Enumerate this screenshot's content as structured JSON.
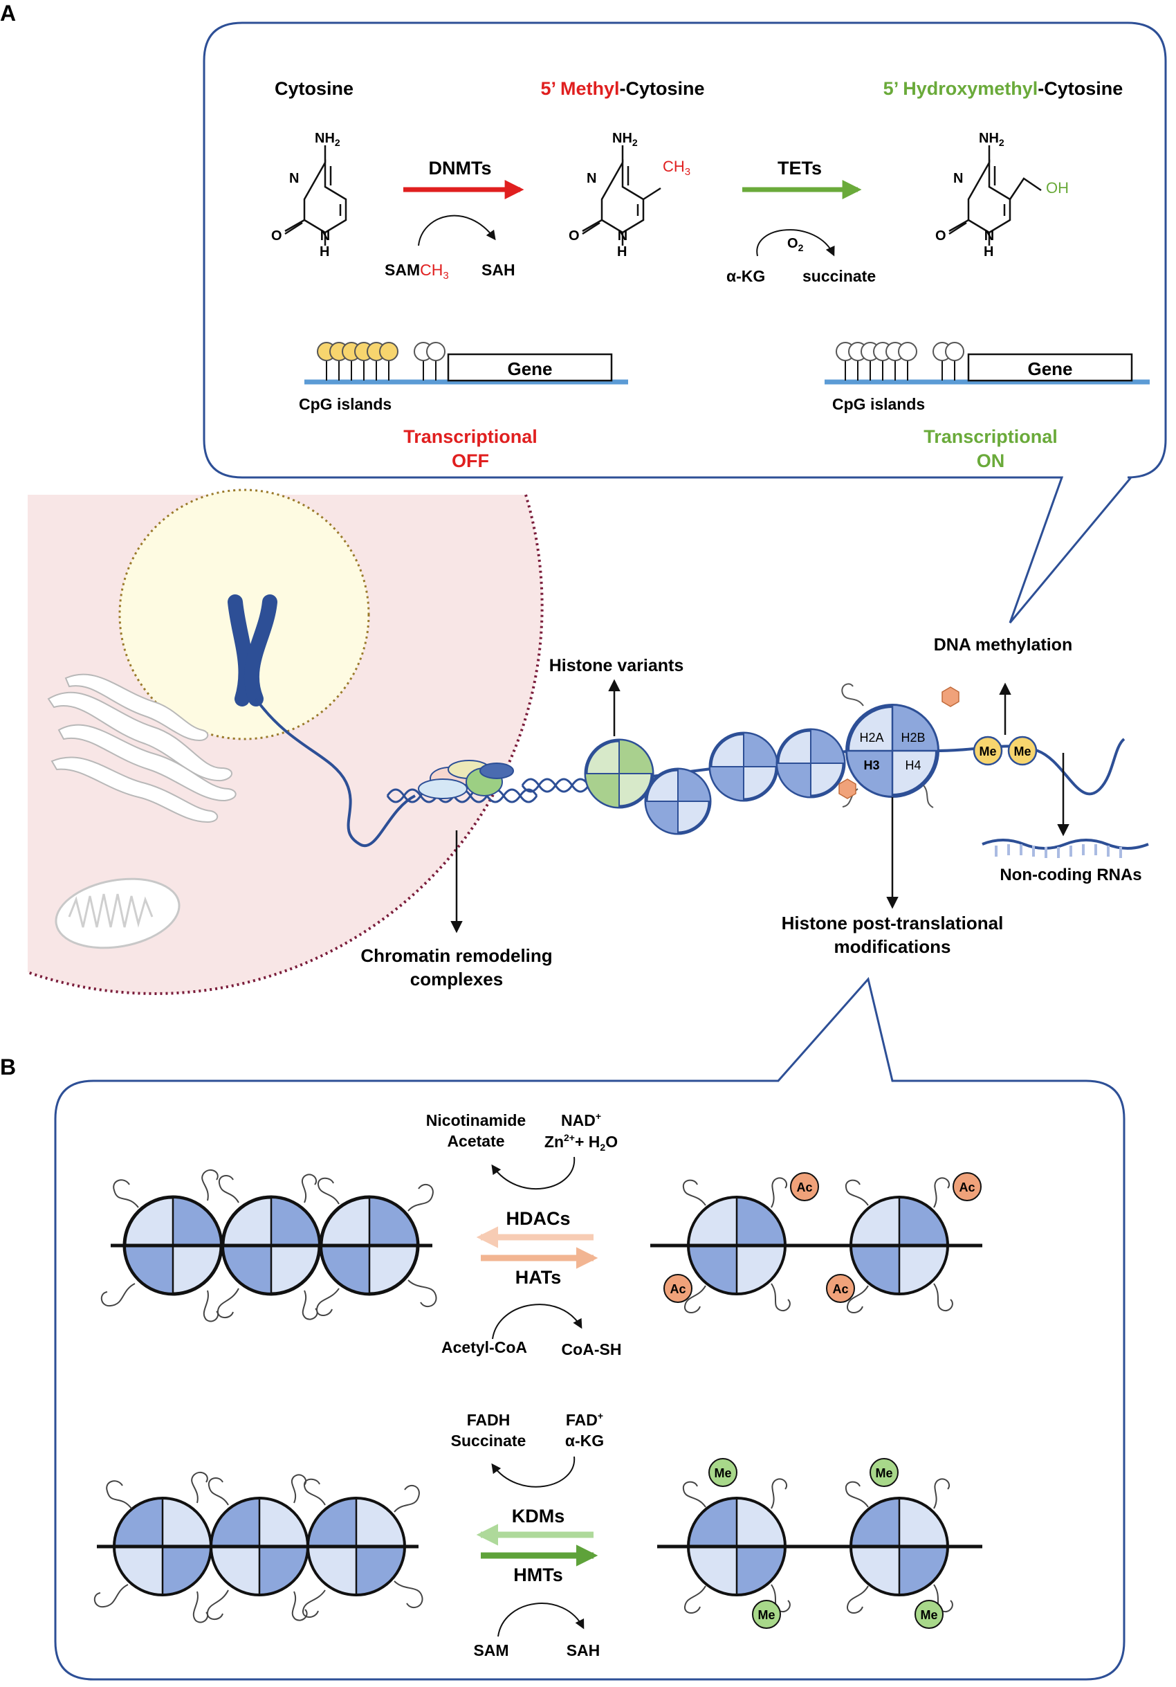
{
  "panel_labels": {
    "a": "A",
    "b": "B"
  },
  "colors": {
    "red": "#e01f1f",
    "green": "#6aaa3a",
    "blue_dark": "#2d4f96",
    "blue_mid": "#8da7dc",
    "blue_light": "#d9e3f5",
    "yellow": "#f7d56e",
    "orange": "#f0a27a",
    "me_green": "#a8d88a",
    "histone_green": "#a9d08e",
    "cell_pink": "#f8e6e6",
    "nucleus_yellow": "#fefbe2"
  },
  "panel_a": {
    "cytosine": "Cytosine",
    "methyl_prefix": "5’ ",
    "methyl_word": "Methyl",
    "methyl_suffix": "-Cytosine",
    "hydroxy_prefix": "5’ ",
    "hydroxy_word": "Hydroxymethyl",
    "hydroxy_suffix": "-Cytosine",
    "dnmts": "DNMTs",
    "tets": "TETs",
    "sam_prefix": "SAM",
    "sam_ch3": "CH",
    "sam_ch3_sub": "3",
    "sah": "SAH",
    "o2": "O",
    "o2_sub": "2",
    "akg": "α-KG",
    "succinate": "succinate",
    "ring_n": "N",
    "ring_o": "O",
    "ring_h": "H",
    "nh2": "NH",
    "nh2_sub": "2",
    "ch3": "CH",
    "ch3_sub": "3",
    "oh": "OH",
    "gene": "Gene",
    "cpg": "CpG islands",
    "off_line1": "Transcriptional",
    "off_line2": "OFF",
    "on_line1": "Transcriptional",
    "on_line2": "ON"
  },
  "middle": {
    "histone_variants": "Histone variants",
    "dna_methylation": "DNA methylation",
    "h2a": "H2A",
    "h2b": "H2B",
    "h3": "H3",
    "h4": "H4",
    "me": "Me",
    "noncoding": "Non-coding RNAs",
    "chromatin_line1": "Chromatin remodeling",
    "chromatin_line2": "complexes",
    "histone_ptm_line1": "Histone post-translational",
    "histone_ptm_line2": "modifications"
  },
  "panel_b": {
    "nicotinamide": "Nicotinamide",
    "acetate": "Acetate",
    "nad": "NAD",
    "nad_sup": "+",
    "zn": "Zn",
    "zn_sup": "2+",
    "zn_rest": "+ H",
    "h2o_sub": "2",
    "h2o_o": "O",
    "hdacs": "HDACs",
    "hats": "HATs",
    "acetyl_coa": "Acetyl-CoA",
    "coa_sh": "CoA-SH",
    "ac": "Ac",
    "fadh": "FADH",
    "succinate": "Succinate",
    "fad": "FAD",
    "fad_sup": "+",
    "akg": "α-KG",
    "kdms": "KDMs",
    "hmts": "HMTs",
    "sam": "SAM",
    "sah": "SAH",
    "me": "Me"
  }
}
